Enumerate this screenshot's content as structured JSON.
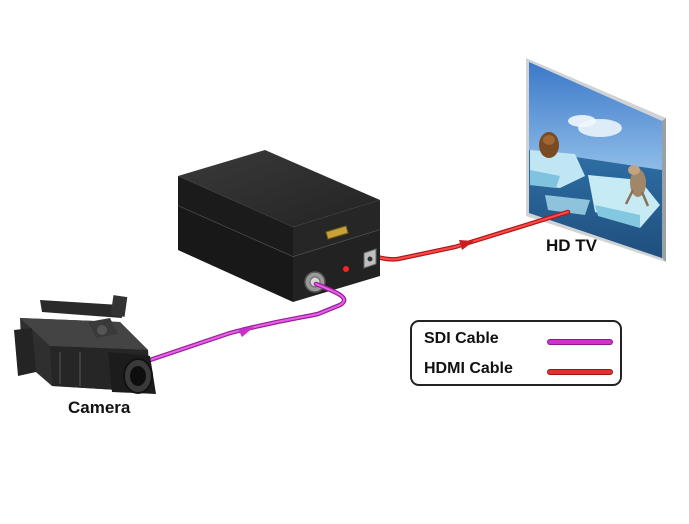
{
  "labels": {
    "tv": "HD TV",
    "camera": "Camera"
  },
  "legend": {
    "items": [
      {
        "text": "SDI Cable",
        "color": "#cc33cc"
      },
      {
        "text": "HDMI Cable",
        "color": "#e03030"
      }
    ]
  },
  "colors": {
    "sdi_cable": "#cc33cc",
    "hdmi_cable": "#e03030",
    "converter_body": "#1e1e1e",
    "led": "#ff2020"
  },
  "icons": {
    "tv": "hd-tv-icon",
    "converter": "converter-box-icon",
    "camera": "video-camera-icon"
  }
}
